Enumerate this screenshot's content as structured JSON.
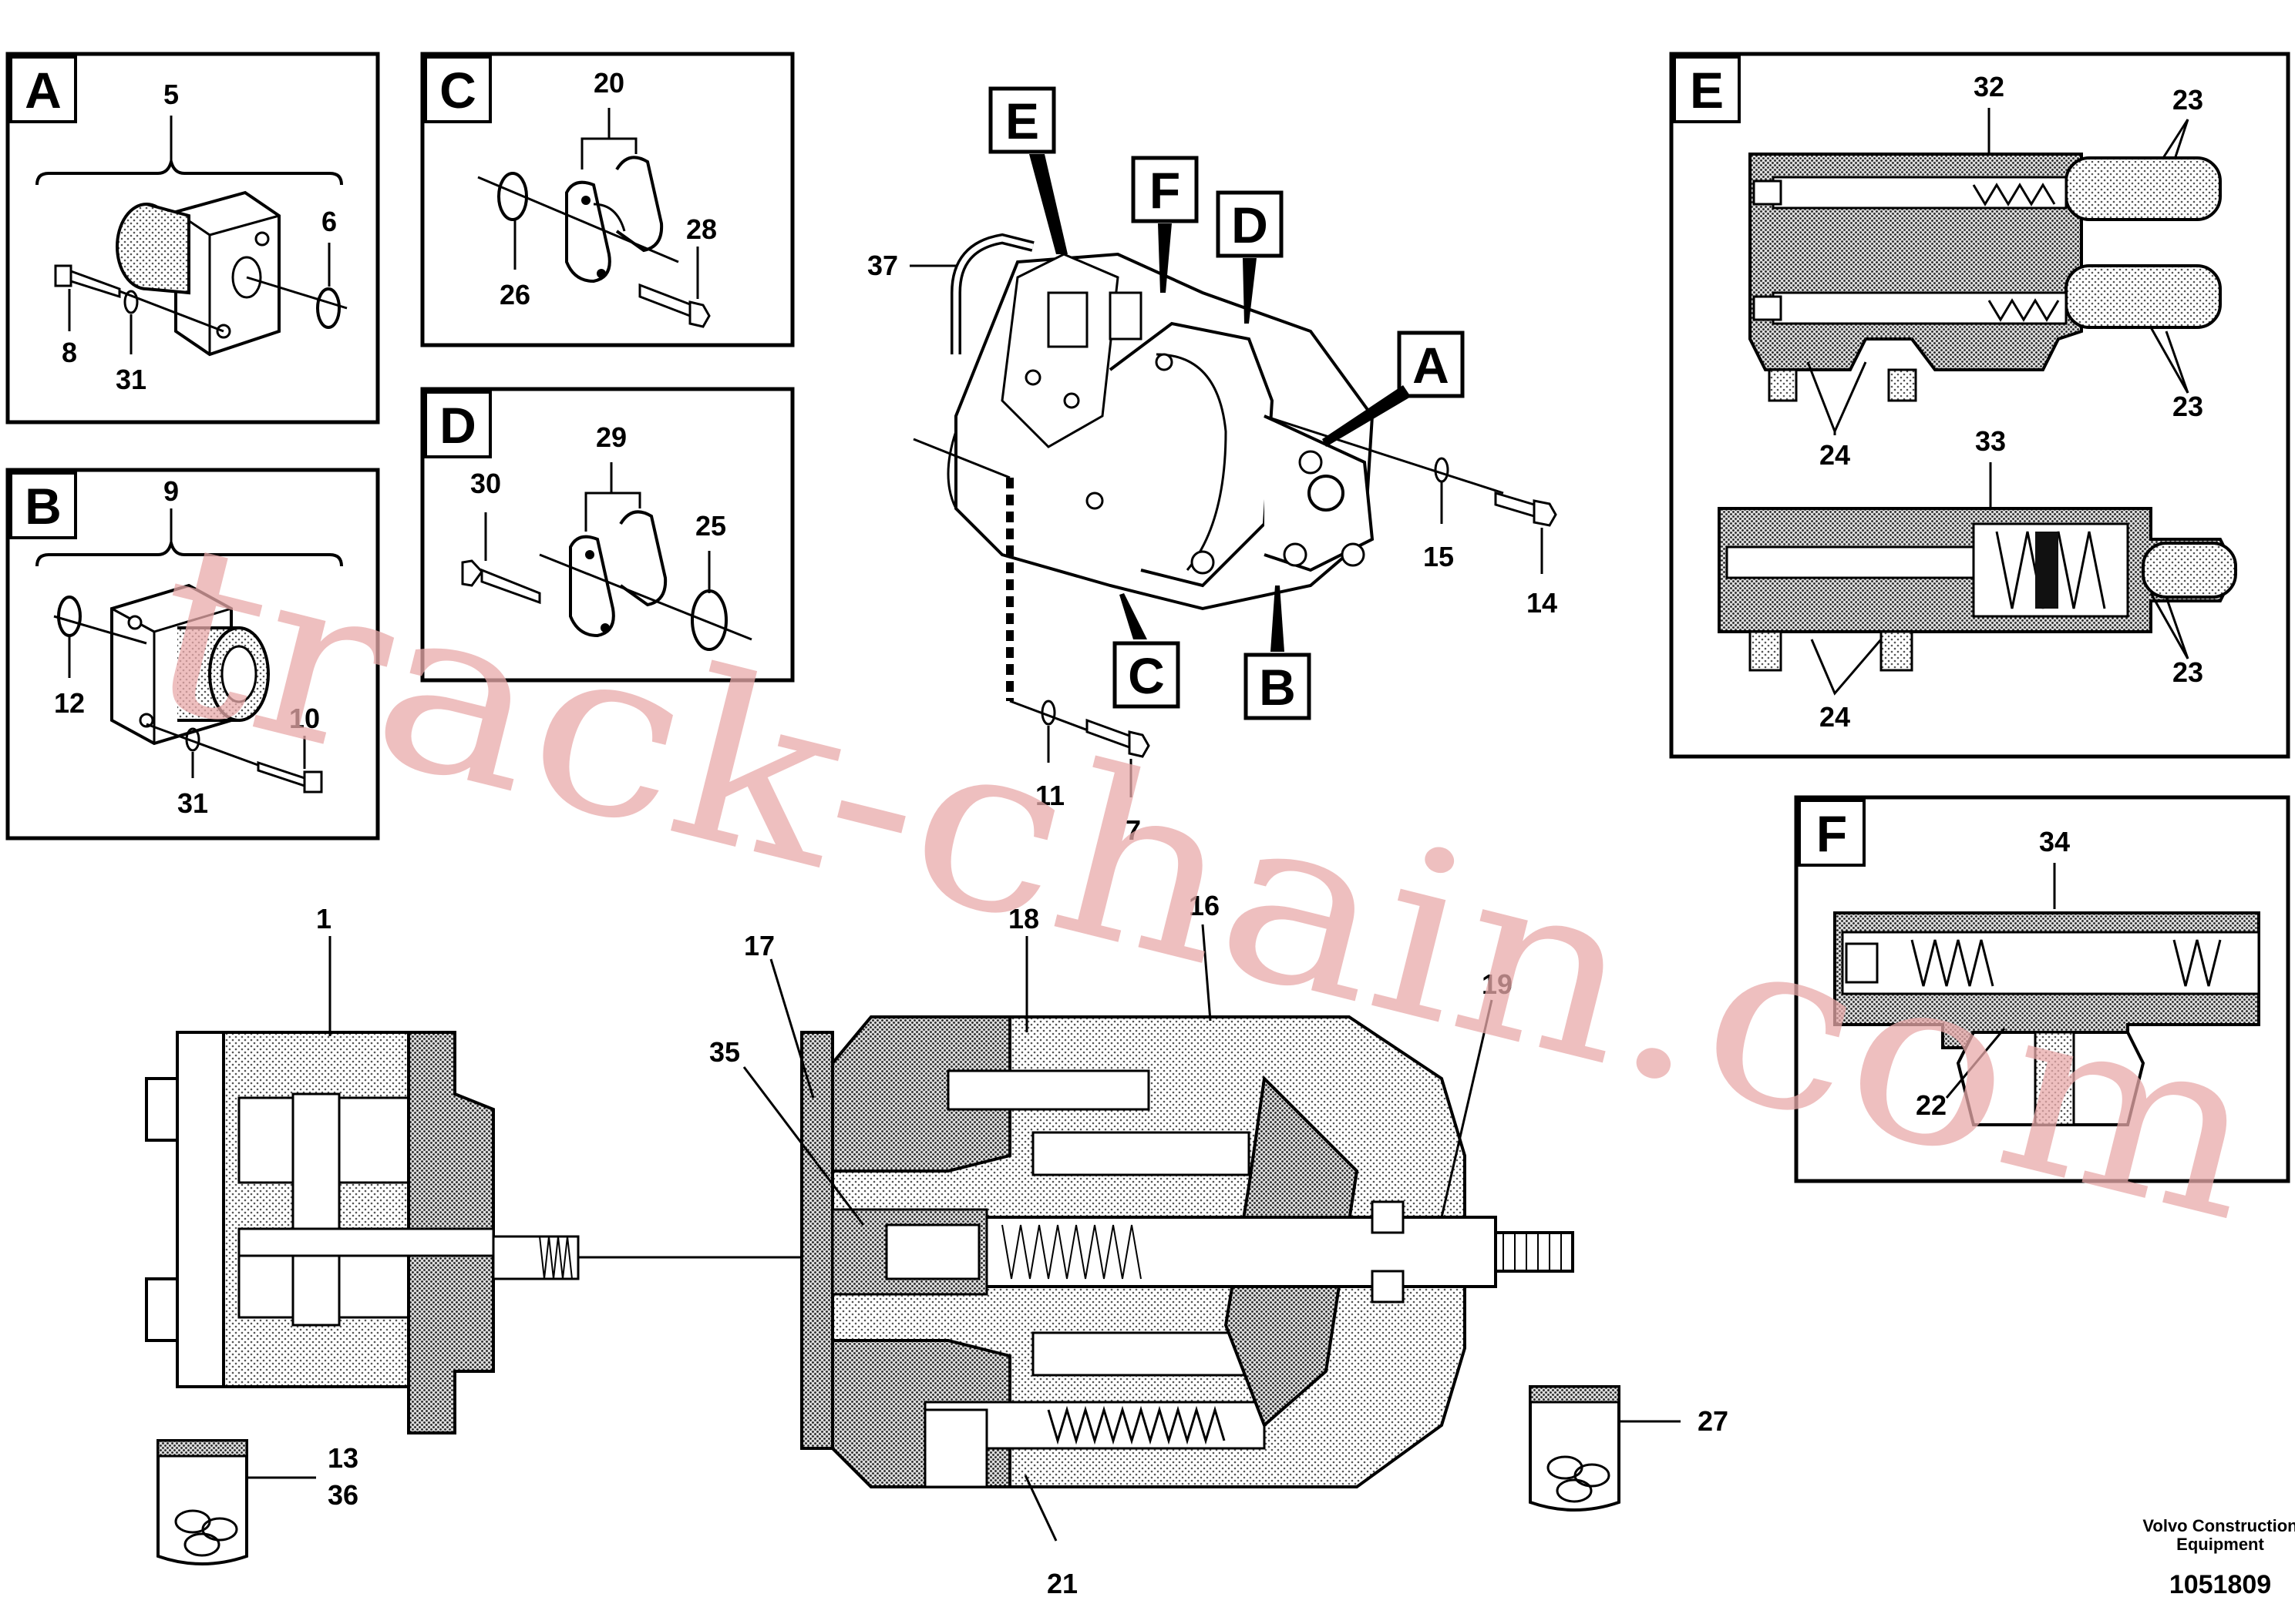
{
  "diagram": {
    "detail_boxes": [
      {
        "tag": "A",
        "refs": [
          "5",
          "6",
          "8",
          "31"
        ]
      },
      {
        "tag": "B",
        "refs": [
          "9",
          "12",
          "10",
          "31"
        ]
      },
      {
        "tag": "C",
        "refs": [
          "20",
          "26",
          "28"
        ]
      },
      {
        "tag": "D",
        "refs": [
          "29",
          "30",
          "25"
        ]
      },
      {
        "tag": "E",
        "refs": [
          "32",
          "23",
          "23",
          "24",
          "33",
          "23",
          "24"
        ]
      },
      {
        "tag": "F",
        "refs": [
          "34",
          "22"
        ]
      }
    ],
    "overview": {
      "callouts": [
        "E",
        "F",
        "D",
        "A",
        "C",
        "B"
      ],
      "refs": [
        "37",
        "15",
        "14",
        "11",
        "7"
      ]
    },
    "section": {
      "refs": [
        "1",
        "13",
        "36",
        "18",
        "16",
        "17",
        "35",
        "19",
        "27",
        "21"
      ]
    }
  },
  "footer": {
    "company_line1": "Volvo Construction",
    "company_line2": "Equipment",
    "doc_number": "1051809"
  },
  "watermark": "track-chain.com",
  "colors": {
    "ink": "#000000",
    "watermark": "#e8a9a9",
    "stipple": "#bdbdbd"
  }
}
